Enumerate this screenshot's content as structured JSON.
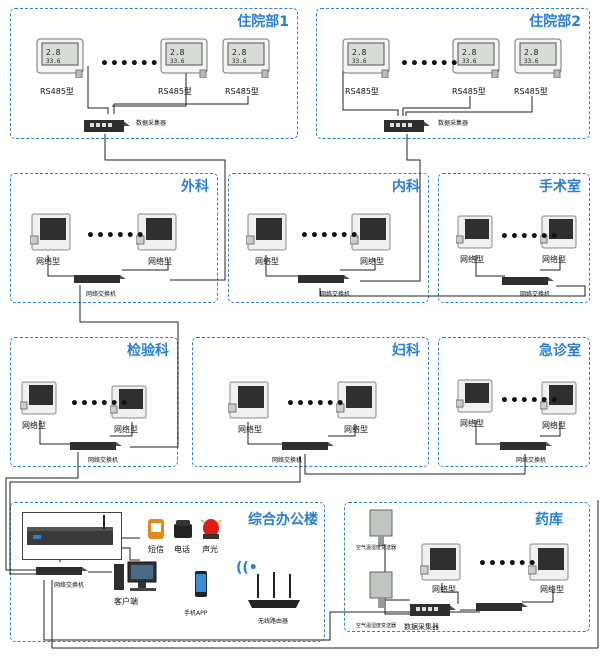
{
  "zones": {
    "ward1": {
      "title": "住院部1",
      "sensor_label": "RS485型",
      "collector_label": "数据采集器"
    },
    "ward2": {
      "title": "住院部2",
      "sensor_label": "RS485型",
      "collector_label": "数据采集器"
    },
    "surgery": {
      "title": "外科",
      "sensor_label": "网络型",
      "switch_label": "网络交换机"
    },
    "internal": {
      "title": "内科",
      "sensor_label": "网络型",
      "switch_label": "网络交换机"
    },
    "operating": {
      "title": "手术室",
      "sensor_label": "网络型",
      "switch_label": "网络交换机"
    },
    "lab": {
      "title": "检验科",
      "sensor_label": "网络型",
      "switch_label": "网络交换机"
    },
    "gyn": {
      "title": "妇科",
      "sensor_label": "网络型",
      "switch_label": "网络交换机"
    },
    "emergency": {
      "title": "急诊室",
      "sensor_label": "网络型",
      "switch_label": "网络交换机"
    },
    "office": {
      "title": "综合办公楼",
      "switch_label": "网络交换机",
      "client_label": "客户端",
      "sms_label": "短信",
      "phone_label": "电话",
      "alarm_label": "声光",
      "app_label": "手机APP",
      "router_label": "无线路由器"
    },
    "pharmacy": {
      "title": "药库",
      "sensor_label": "网络型",
      "collector_label": "数据采集器",
      "transmitter_label": "空气温湿度变送器"
    }
  },
  "ellipsis": "••••••",
  "colors": {
    "accent": "#2a7fd4",
    "line": "#222222"
  }
}
